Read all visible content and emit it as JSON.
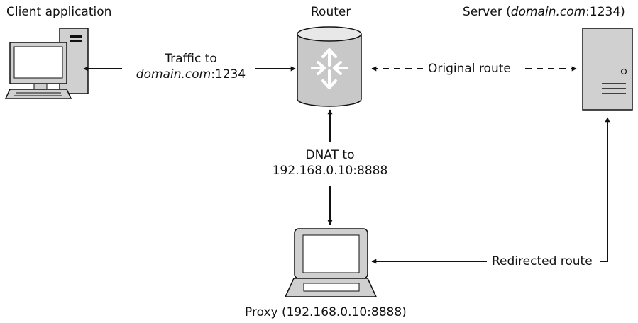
{
  "labels": {
    "client": "Client application",
    "router": "Router",
    "server_prefix": "Server (",
    "server_domain": "domain.com",
    "server_suffix": ":1234)",
    "traffic_line1": "Traffic to",
    "traffic_domain": "domain.com",
    "traffic_port": ":1234",
    "original_route": "Original route",
    "dnat_line1": "DNAT to",
    "dnat_line2": "192.168.0.10:8888",
    "redirected_route": "Redirected route",
    "proxy": "Proxy (192.168.0.10:8888)"
  }
}
